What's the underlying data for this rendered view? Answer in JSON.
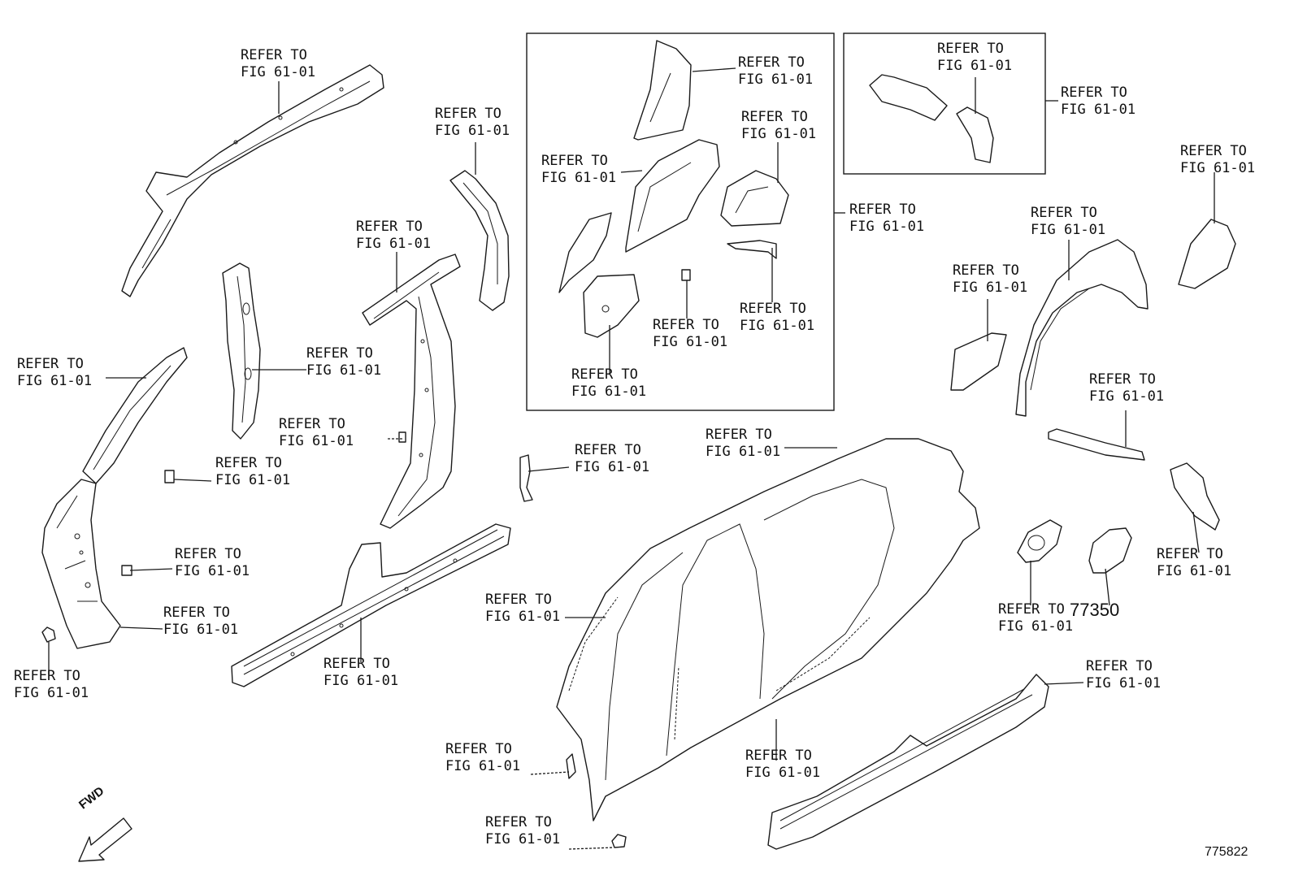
{
  "callouts": [
    {
      "id": "roof-rail",
      "line1": "REFER TO",
      "line2": "FIG 61-01"
    },
    {
      "id": "roof-side-inner",
      "line1": "REFER TO",
      "line2": "FIG 61-01"
    },
    {
      "id": "quarter-upper",
      "line1": "REFER TO",
      "line2": "FIG 61-01"
    },
    {
      "id": "wheelhouse-outer",
      "line1": "REFER TO",
      "line2": "FIG 61-01"
    },
    {
      "id": "wheelhouse-inner",
      "line1": "REFER TO",
      "line2": "FIG 61-01"
    },
    {
      "id": "inset-group",
      "line1": "REFER TO",
      "line2": "FIG 61-01"
    },
    {
      "id": "inset-bracket",
      "line1": "REFER TO",
      "line2": "FIG 61-01"
    },
    {
      "id": "inset-clip",
      "line1": "REFER TO",
      "line2": "FIG 61-01"
    },
    {
      "id": "inset-extension",
      "line1": "REFER TO",
      "line2": "FIG 61-01"
    },
    {
      "id": "top-right-box-a",
      "line1": "REFER TO",
      "line2": "FIG 61-01"
    },
    {
      "id": "top-right-box-b",
      "line1": "REFER TO",
      "line2": "FIG 61-01"
    },
    {
      "id": "far-right-gusset",
      "line1": "REFER TO",
      "line2": "FIG 61-01"
    },
    {
      "id": "rear-wheelhouse",
      "line1": "REFER TO",
      "line2": "FIG 61-01"
    },
    {
      "id": "small-plate",
      "line1": "REFER TO",
      "line2": "FIG 61-01"
    },
    {
      "id": "cross-brace",
      "line1": "REFER TO",
      "line2": "FIG 61-01"
    },
    {
      "id": "fuel-pocket-bracket",
      "line1": "REFER TO",
      "line2": "FIG 61-01"
    },
    {
      "id": "fuel-pocket",
      "line1": "REFER TO",
      "line2": "FIG 61-01"
    },
    {
      "id": "rocker-outer-rear",
      "line1": "REFER TO",
      "line2": "FIG 61-01"
    },
    {
      "id": "side-panel-roof",
      "line1": "REFER TO",
      "line2": "FIG 61-01"
    },
    {
      "id": "side-panel-front",
      "line1": "REFER TO",
      "line2": "FIG 61-01"
    },
    {
      "id": "side-panel-rocker",
      "line1": "REFER TO",
      "line2": "FIG 61-01"
    },
    {
      "id": "clip-lower",
      "line1": "REFER TO",
      "line2": "FIG 61-01"
    },
    {
      "id": "clip-bottom",
      "line1": "REFER TO",
      "line2": "FIG 61-01"
    },
    {
      "id": "small-gusset",
      "line1": "REFER TO",
      "line2": "FIG 61-01"
    },
    {
      "id": "rocker-inner",
      "line1": "REFER TO",
      "line2": "FIG 61-01"
    },
    {
      "id": "center-pillar-inner",
      "line1": "REFER TO",
      "line2": "FIG 61-01"
    },
    {
      "id": "center-pillar-clip",
      "line1": "REFER TO",
      "line2": "FIG 61-01"
    },
    {
      "id": "center-pillar-reinf",
      "line1": "REFER TO",
      "line2": "FIG 61-01"
    },
    {
      "id": "front-pillar-upper",
      "line1": "REFER TO",
      "line2": "FIG 61-01"
    },
    {
      "id": "front-pillar-clip-a",
      "line1": "REFER TO",
      "line2": "FIG 61-01"
    },
    {
      "id": "front-pillar-clip-b",
      "line1": "REFER TO",
      "line2": "FIG 61-01"
    },
    {
      "id": "front-pillar-lower",
      "line1": "REFER TO",
      "line2": "FIG 61-01"
    },
    {
      "id": "front-pillar-plug",
      "line1": "REFER TO",
      "line2": "FIG 61-01"
    }
  ],
  "part_number": "77350",
  "figure_id": "775822",
  "fwd_label": "FWD"
}
